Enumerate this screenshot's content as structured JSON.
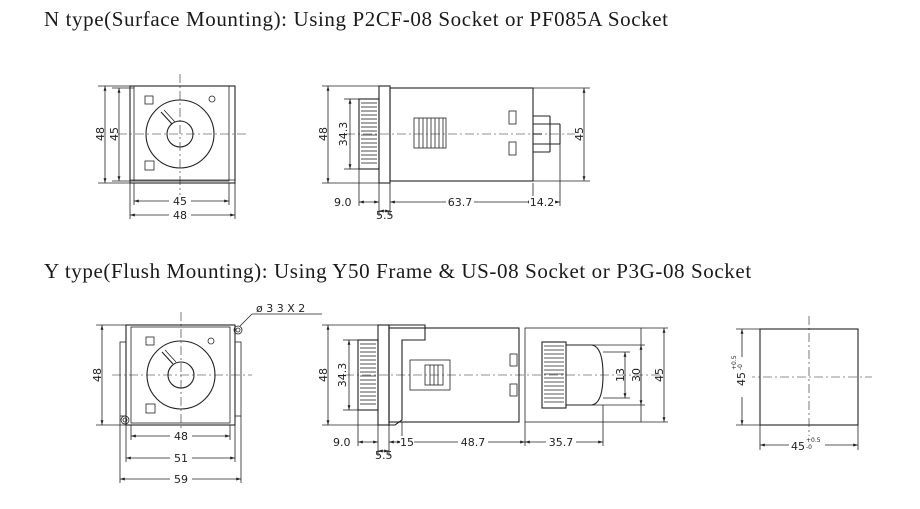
{
  "titles": {
    "n_type": "N type(Surface Mounting): Using P2CF-08 Socket or PF085A Socket",
    "y_type": "Y type(Flush Mounting): Using Y50 Frame & US-08 Socket or P3G-08 Socket"
  },
  "n_front": {
    "height_outer": "48",
    "height_inner": "45",
    "width_inner": "45",
    "width_outer": "48"
  },
  "n_side": {
    "height_outer": "48",
    "knob_dia": "34.3",
    "height_right": "45",
    "dim_knob": "9.0",
    "dim_flange": "5.5",
    "dim_body": "63.7",
    "dim_pins": "14.2"
  },
  "y_front": {
    "height": "48",
    "hole_note": "ø 3 3 X 2",
    "width_1": "48",
    "width_2": "51",
    "width_3": "59"
  },
  "y_side": {
    "height_outer": "48",
    "knob_dia": "34.3",
    "dim_13": "13",
    "dim_30": "30",
    "dim_45": "45",
    "dim_knob": "9.0",
    "dim_flange": "5.5",
    "dim_frame": "15",
    "dim_body": "48.7",
    "dim_socket": "35.7"
  },
  "panel_cutout": {
    "height": "45",
    "height_tol_upper": "+0.5",
    "height_tol_lower": "-0",
    "width": "45",
    "width_tol_upper": "+0.5",
    "width_tol_lower": "-0"
  }
}
